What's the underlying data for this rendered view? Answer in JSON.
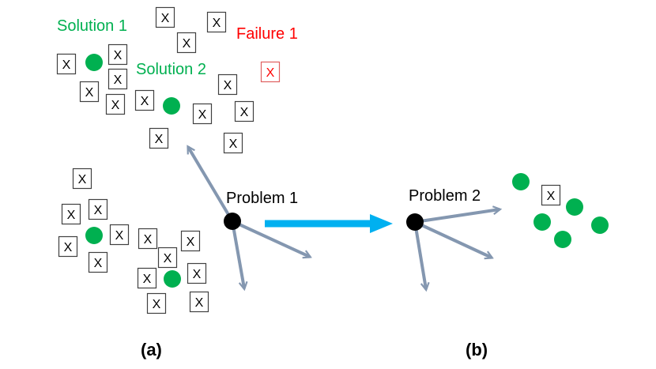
{
  "colors": {
    "solution": "#00b050",
    "failure": "#ff0000",
    "arrow": "#8497b0",
    "transfer_arrow": "#00b0f0",
    "node": "#000000",
    "box_border": "#404040",
    "box_border_failure": "#e06060"
  },
  "labels": {
    "solution_1": "Solution 1",
    "solution_2": "Solution 2",
    "failure_1": "Failure 1",
    "problem_1": "Problem 1",
    "problem_2": "Problem 2",
    "panel_a": "(a)",
    "panel_b": "(b)"
  },
  "marks": {
    "x_mark": "X"
  }
}
